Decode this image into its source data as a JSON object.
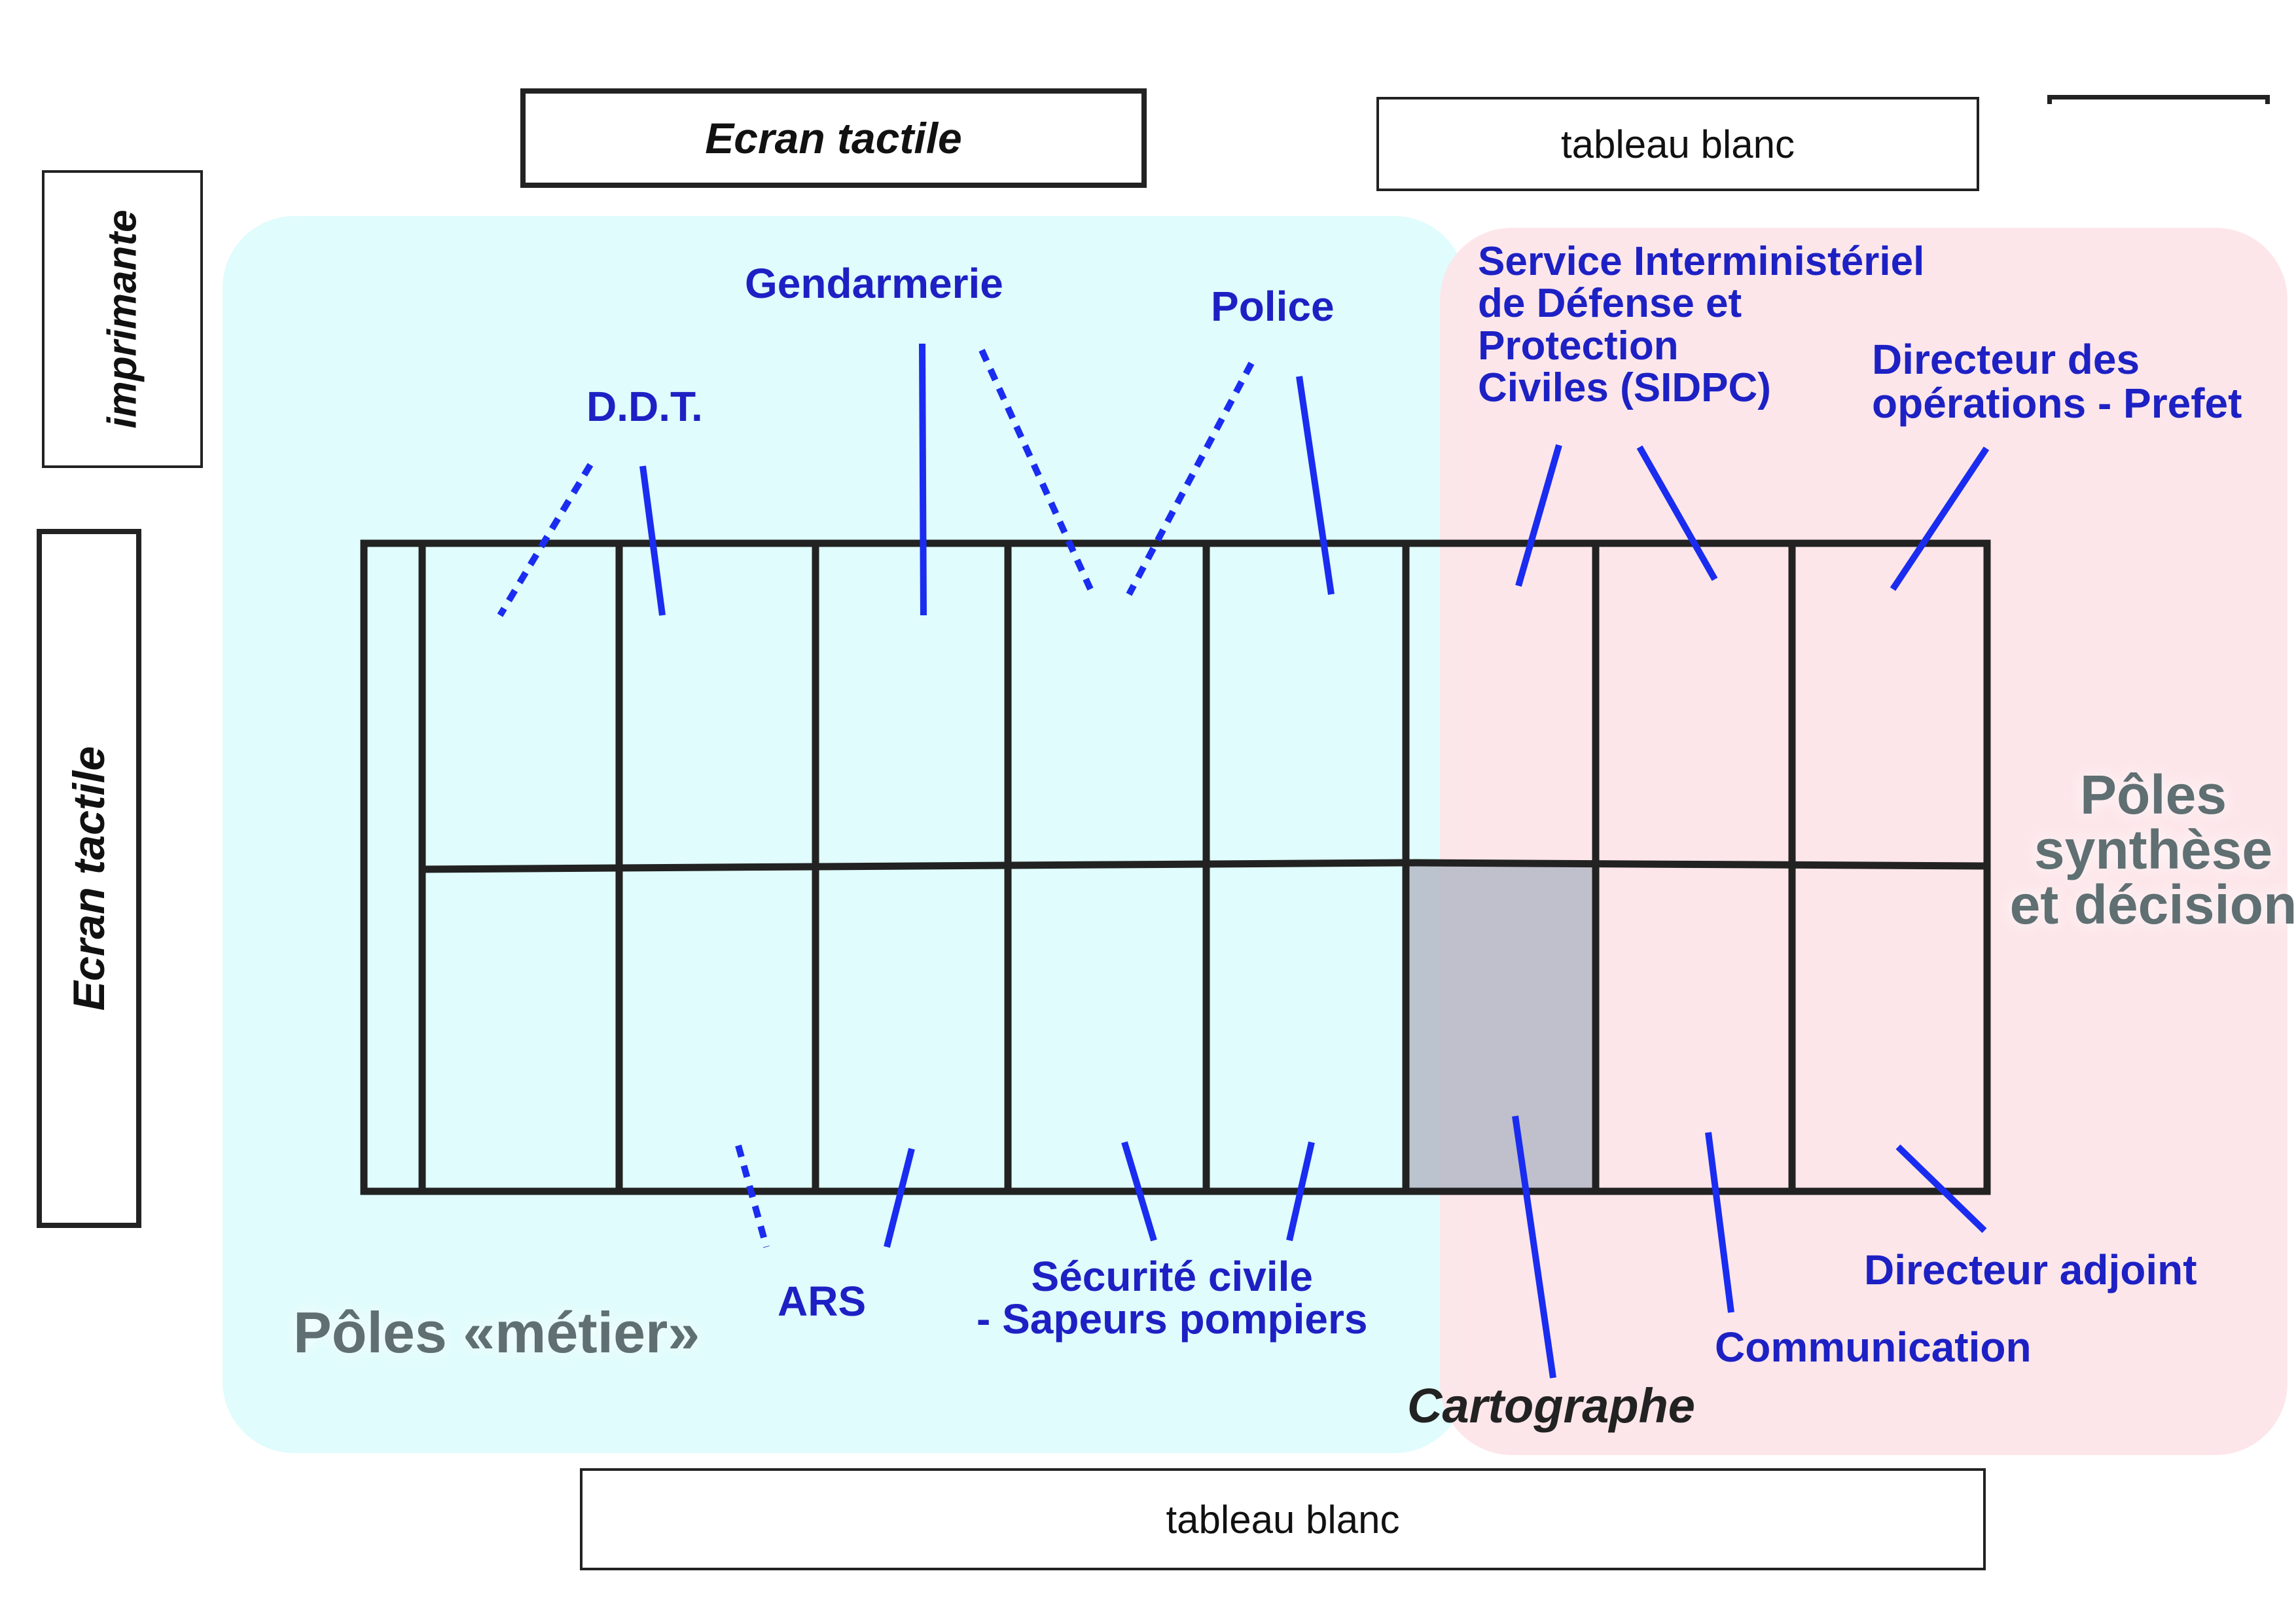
{
  "top_touchscreen": "Ecran tactile",
  "left_touchscreen": "Ecran tactile",
  "printer": "imprimante",
  "top_whiteboard": "tableau blanc",
  "bottom_whiteboard": "tableau blanc",
  "zone_metier": {
    "title": "Pôles «métier»",
    "color": "#e0fcfc"
  },
  "zone_decision": {
    "title": "Pôles synthèse et décision",
    "color": "#fde4e8"
  },
  "labels": {
    "ddt": "D.D.T.",
    "gendarmerie": "Gendarmerie",
    "police": "Police",
    "sidpc": [
      "Service Interministériel",
      "de Défense et",
      "Protection",
      "Civiles (SIDPC)"
    ],
    "prefet": [
      "Directeur des",
      "opérations - Prefet"
    ],
    "ars": "ARS",
    "securite_civile": [
      "Sécurité civile",
      "- Sapeurs pompiers"
    ],
    "directeur_adjoint": "Directeur adjoint",
    "communication": "Communication",
    "cartographe": "Cartographe"
  },
  "colors": {
    "label_blue": "#1d21c4",
    "line_blue": "#1a2cf0",
    "table_black": "#222222",
    "cartographe_seat": "#b4b8c6"
  }
}
